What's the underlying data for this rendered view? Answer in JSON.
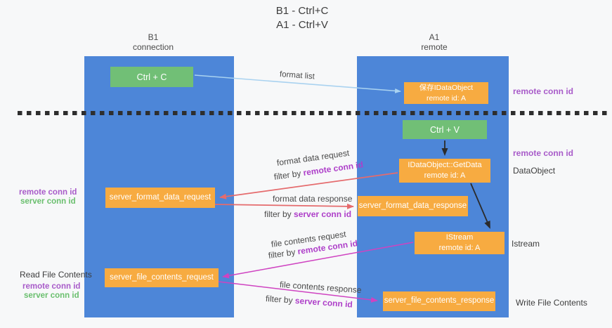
{
  "title": {
    "line1": "B1 - Ctrl+C",
    "line2": "A1 - Ctrl+V"
  },
  "lanes": {
    "left": {
      "name": "B1",
      "role": "connection"
    },
    "right": {
      "name": "A1",
      "role": "remote"
    }
  },
  "nodes": {
    "ctrl_c": {
      "label": "Ctrl + C"
    },
    "ctrl_v": {
      "label": "Ctrl + V"
    },
    "save_dataobject": {
      "line1": "保存IDataObject",
      "line2": "remote id: A"
    },
    "getdata": {
      "line1": "IDataObject::GetData",
      "line2": "remote id: A"
    },
    "istream": {
      "line1": "IStream",
      "line2": "remote id: A"
    },
    "server_format_data_request": {
      "label": "server_format_data_request"
    },
    "server_format_data_response": {
      "label": "server_format_data_response"
    },
    "server_file_contents_request": {
      "label": "server_file_contents_request"
    },
    "server_file_contents_response": {
      "label": "server_file_contents_response"
    }
  },
  "edges": {
    "format_list": {
      "label": "format list"
    },
    "format_data_request": {
      "label": "format data request",
      "filter_prefix": "filter by",
      "filter_key": "remote conn id"
    },
    "format_data_response": {
      "label": "format data response",
      "filter_prefix": "filter by",
      "filter_key": "server conn id"
    },
    "file_contents_request": {
      "label": "file contents request",
      "filter_prefix": "filter by",
      "filter_key": "remote conn id"
    },
    "file_contents_response": {
      "label": "file contents response",
      "filter_prefix": "filter by",
      "filter_key": "server conn id"
    }
  },
  "side_labels": {
    "right_remote_conn_id_top": "remote conn id",
    "right_remote_conn_id_mid": "remote conn id",
    "dataobject": "DataObject",
    "istream": "Istream",
    "write_file_contents": "Write File Contents",
    "read_file_contents": "Read File Contents",
    "left_remote_conn_id_1": "remote conn id",
    "left_server_conn_id_1": "server conn id",
    "left_remote_conn_id_2": "remote conn id",
    "left_server_conn_id_2": "server conn id"
  },
  "colors": {
    "lane_blue": "#4d86d8",
    "node_green": "#71bf76",
    "node_orange": "#f7ab41",
    "arrow_red": "#e56b6d",
    "arrow_magenta": "#cf43c1",
    "arrow_lightblue": "#a9d2f0",
    "arrow_black": "#2b2b2b",
    "text_purple": "#a85bc9",
    "text_green": "#6abf6e"
  }
}
